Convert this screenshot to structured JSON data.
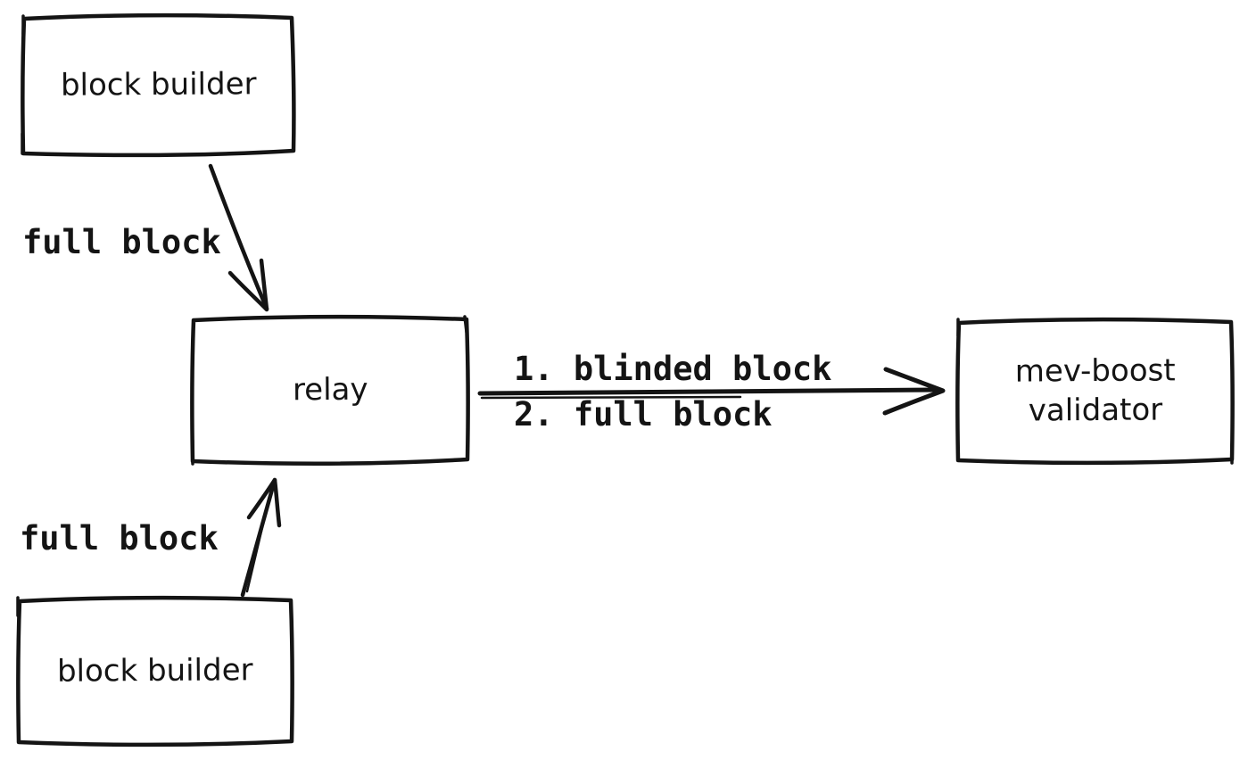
{
  "canvas": {
    "background": "#ffffff",
    "stroke_color": "#141414"
  },
  "nodes": {
    "builder_top": {
      "label": "block builder"
    },
    "relay": {
      "label": "relay"
    },
    "validator": {
      "line1": "mev-boost",
      "line2": "validator"
    },
    "builder_bottom": {
      "label": "block builder"
    }
  },
  "edges": {
    "builder_top_to_relay": {
      "label": "full block"
    },
    "builder_bottom_to_relay": {
      "label": "full block"
    },
    "relay_to_validator": {
      "step1": "1. blinded block",
      "step2": "2. full block"
    }
  }
}
